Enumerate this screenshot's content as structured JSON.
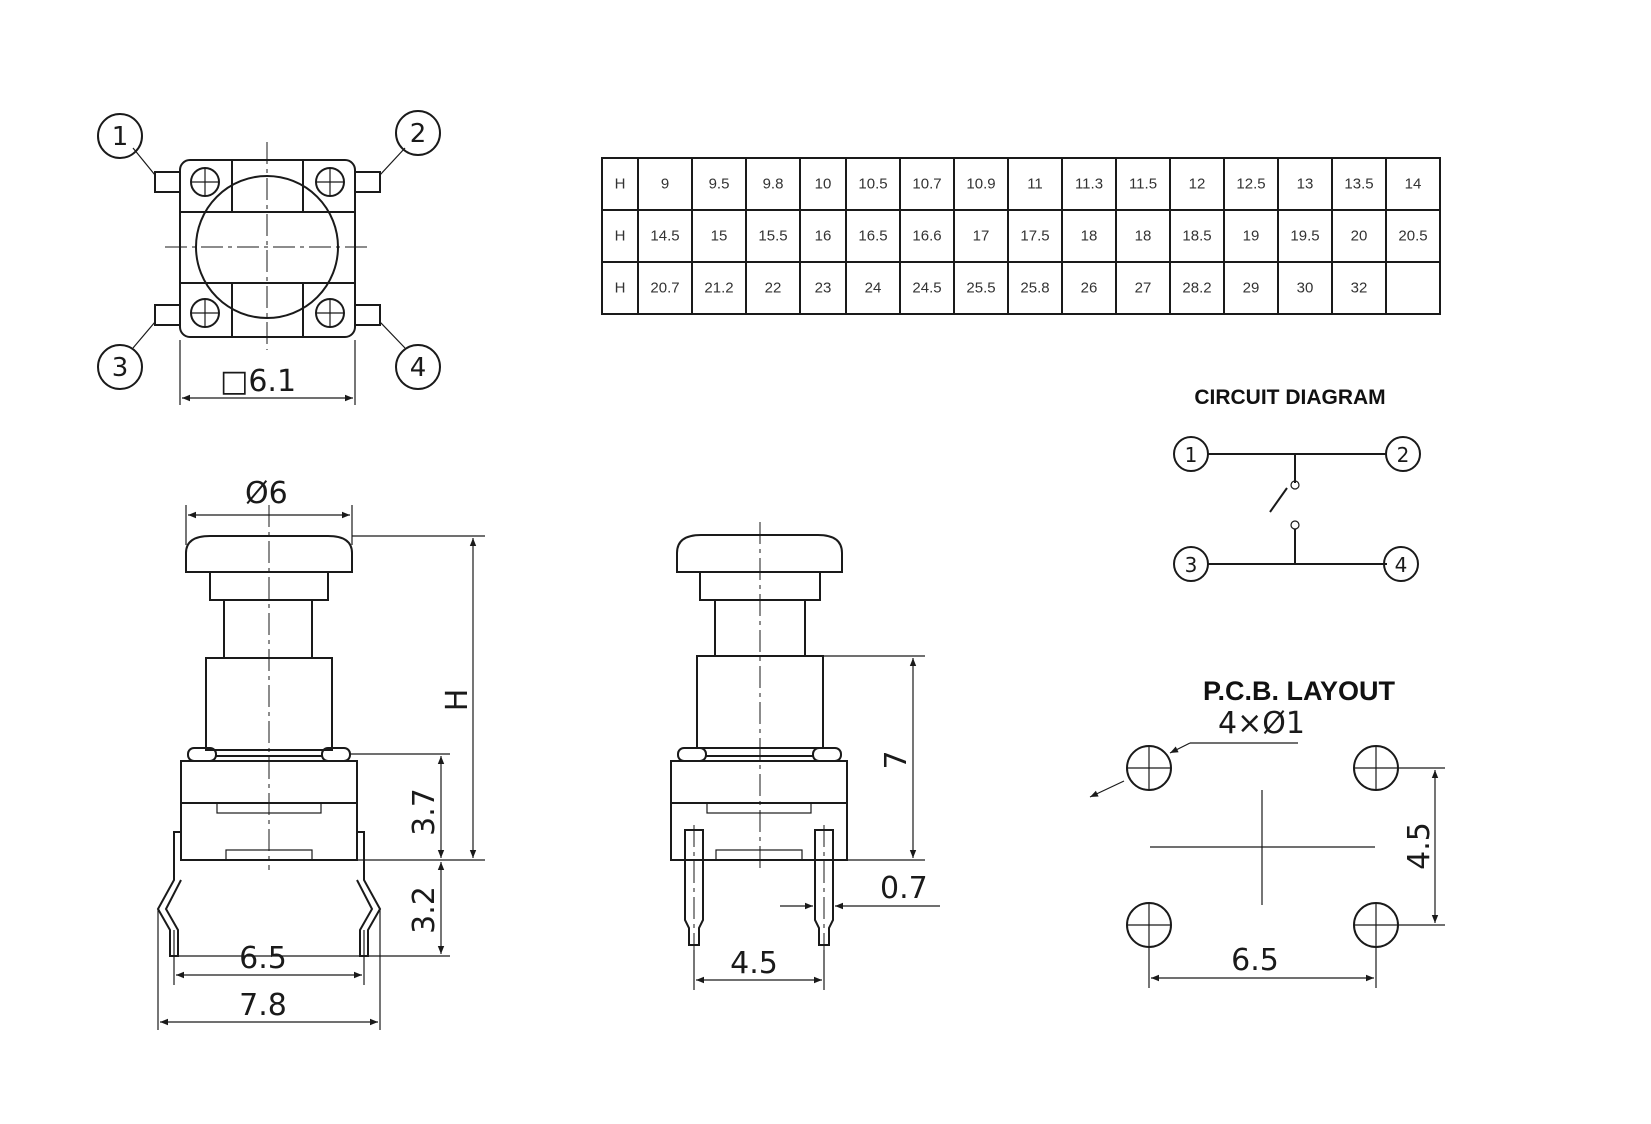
{
  "top_view": {
    "pin_labels": [
      "1",
      "2",
      "3",
      "4"
    ],
    "dimension": "□6.1"
  },
  "front_view": {
    "cap_diameter": "Ø6",
    "height_label": "H",
    "dim_body_height": "3.7",
    "dim_pin_length": "3.2",
    "dim_pin_spacing": "6.5",
    "dim_overall_width": "7.8"
  },
  "side_view": {
    "dim_height": "7",
    "dim_pin_width": "0.7",
    "dim_pin_spacing": "4.5"
  },
  "h_table": {
    "rows": [
      [
        "H",
        "9",
        "9.5",
        "9.8",
        "10",
        "10.5",
        "10.7",
        "10.9",
        "11",
        "11.3",
        "11.5",
        "12",
        "12.5",
        "13",
        "13.5",
        "14"
      ],
      [
        "H",
        "14.5",
        "15",
        "15.5",
        "16",
        "16.5",
        "16.6",
        "17",
        "17.5",
        "18",
        "18",
        "18.5",
        "19",
        "19.5",
        "20",
        "20.5"
      ],
      [
        "H",
        "20.7",
        "21.2",
        "22",
        "23",
        "24",
        "24.5",
        "25.5",
        "25.8",
        "26",
        "27",
        "28.2",
        "29",
        "30",
        "32",
        ""
      ]
    ]
  },
  "circuit_diagram": {
    "title": "CIRCUIT DIAGRAM",
    "pins": [
      "1",
      "2",
      "3",
      "4"
    ]
  },
  "pcb_layout": {
    "title": "P.C.B. LAYOUT",
    "hole_note": "4×Ø1",
    "dim_vertical": "4.5",
    "dim_horizontal": "6.5"
  }
}
